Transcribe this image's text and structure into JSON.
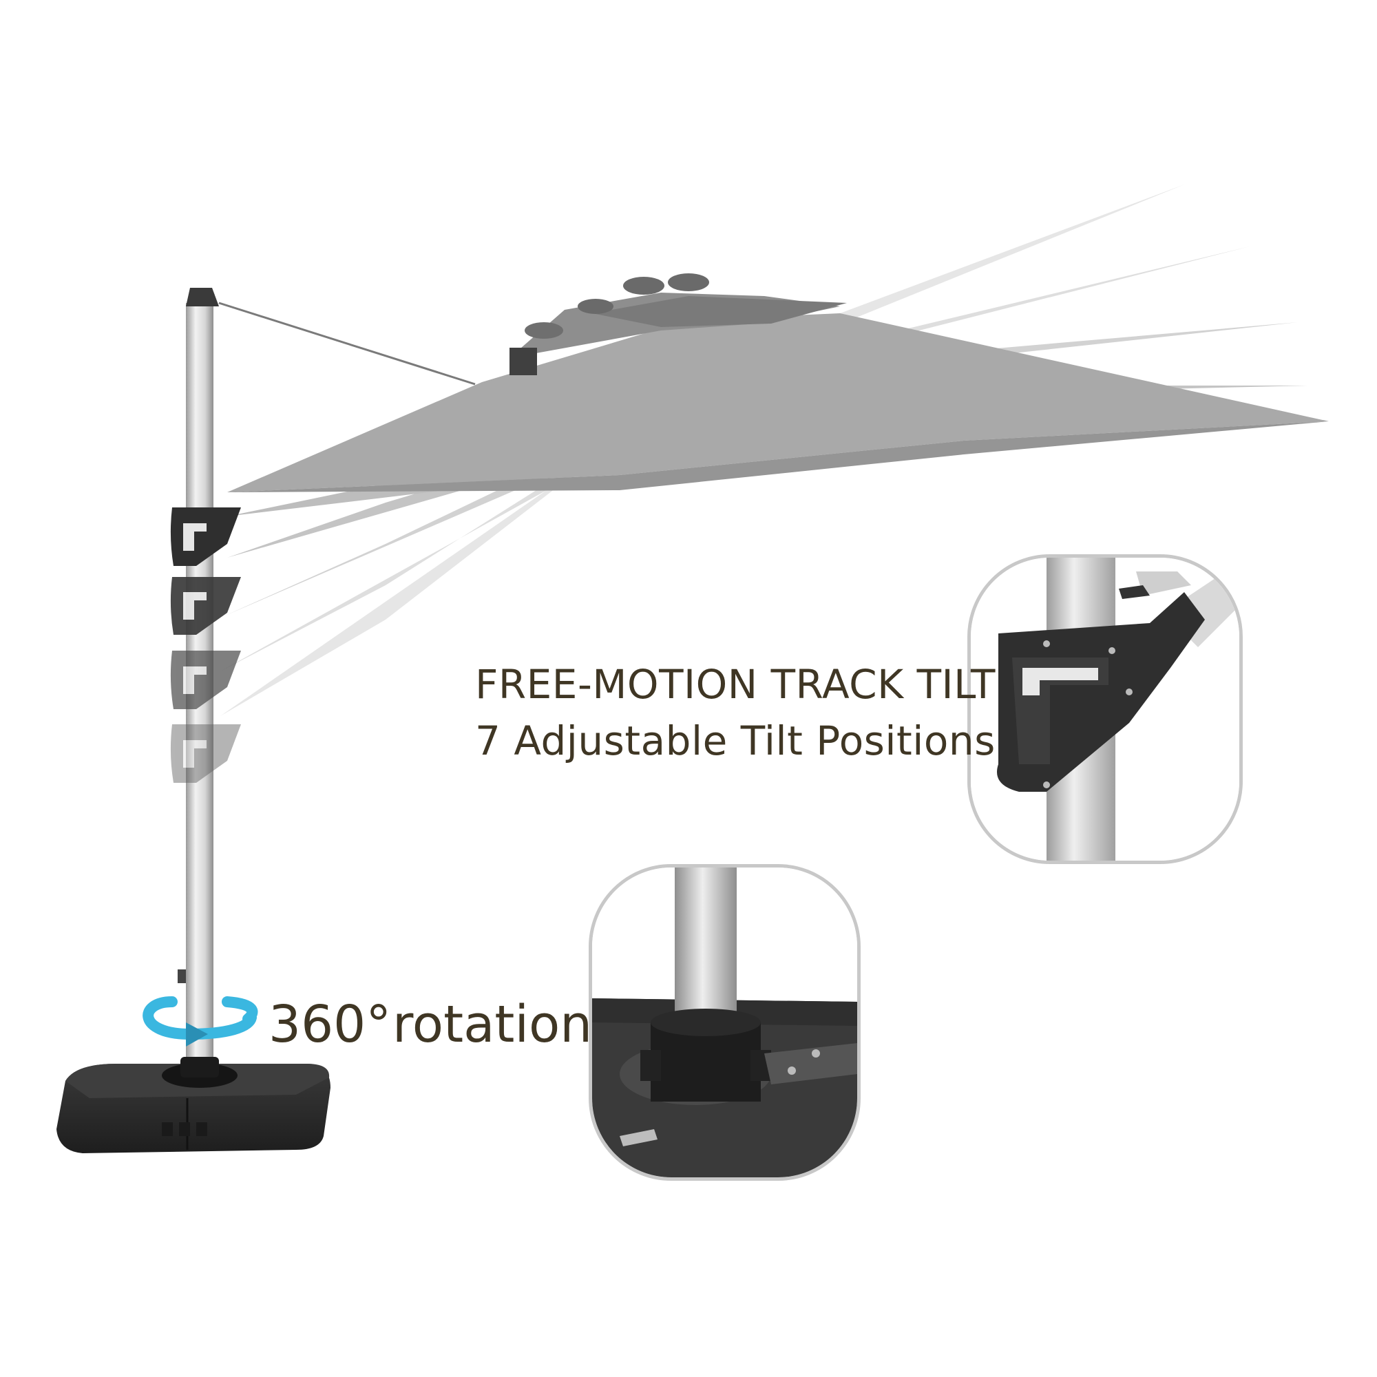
{
  "image": {
    "type": "product-feature-illustration",
    "subject": "cantilever patio umbrella"
  },
  "features": {
    "tilt_title": "FREE-MOTION TRACK TILT",
    "tilt_subtitle": "7 Adjustable Tilt Positions",
    "rotation_number": "360°",
    "rotation_word": "rotation"
  },
  "colors": {
    "text": "#3f3624",
    "canopy": "#a9a9a9",
    "pole": "#d9d9d9",
    "bracket": "#2f2f2f",
    "base": "#2b2b2b",
    "rotation_arrow": "#3ab7e0",
    "inset_border": "#c8c8c8"
  },
  "icons": [
    "rotation-arrow-icon",
    "tilt-bracket-icon"
  ]
}
